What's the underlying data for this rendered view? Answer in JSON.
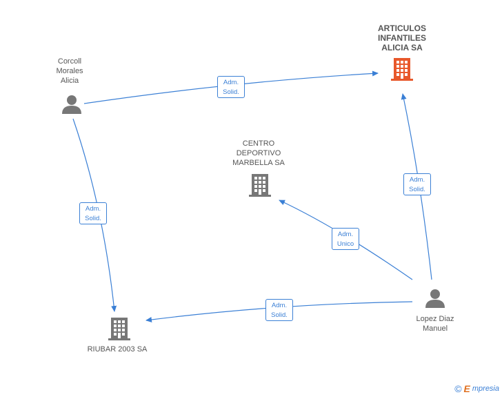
{
  "nodes": {
    "articulos": {
      "label": "ARTICULOS\nINFANTILES\nALICIA SA",
      "type": "company-main",
      "icon": "building-icon",
      "color": "#e8582b"
    },
    "centro": {
      "label": "CENTRO\nDEPORTIVO\nMARBELLA SA",
      "type": "company",
      "icon": "building-icon",
      "color": "#777777"
    },
    "riubar": {
      "label": "RIUBAR 2003 SA",
      "type": "company",
      "icon": "building-icon",
      "color": "#777777"
    },
    "corcoll": {
      "label": "Corcoll\nMorales\nAlicia",
      "type": "person",
      "icon": "person-icon",
      "color": "#777777"
    },
    "lopez": {
      "label": "Lopez Diaz\nManuel",
      "type": "person",
      "icon": "person-icon",
      "color": "#777777"
    }
  },
  "edges": [
    {
      "from": "corcoll",
      "to": "articulos",
      "label": "Adm.\nSolid."
    },
    {
      "from": "corcoll",
      "to": "riubar",
      "label": "Adm.\nSolid."
    },
    {
      "from": "lopez",
      "to": "articulos",
      "label": "Adm.\nSolid."
    },
    {
      "from": "lopez",
      "to": "centro",
      "label": "Adm.\nUnico"
    },
    {
      "from": "lopez",
      "to": "riubar",
      "label": "Adm.\nSolid."
    }
  ],
  "colors": {
    "edge": "#3a7fd5",
    "accent": "#e8582b"
  },
  "footer": {
    "copyright": "©",
    "brand_initial": "E",
    "brand_rest": "mpresia"
  }
}
